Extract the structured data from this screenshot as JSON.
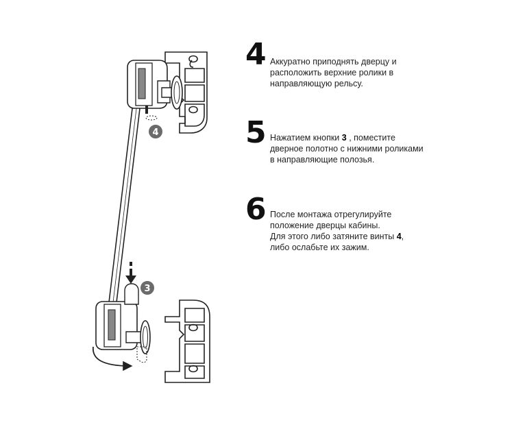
{
  "diagram": {
    "badge_upper": "4",
    "badge_lower": "3"
  },
  "steps": [
    {
      "number": "4",
      "lines": [
        "Аккуратно приподнять дверцу и",
        "расположить верхние ролики в",
        "направляющую рельсу."
      ]
    },
    {
      "number": "5",
      "line1_prefix": "Нажатием кнопки ",
      "line1_bold": "3",
      "line1_suffix": " , поместите",
      "line2": "дверное полотно с нижними роликами",
      "line3": "в направляющие полозья."
    },
    {
      "number": "6",
      "line1": "После монтажа отрегулируйте",
      "line2": "положение дверцы кабины.",
      "line3_prefix": "Для этого либо затяните винты ",
      "line3_bold": "4",
      "line3_suffix": ",",
      "line4": "либо ослабьте их зажим."
    }
  ]
}
